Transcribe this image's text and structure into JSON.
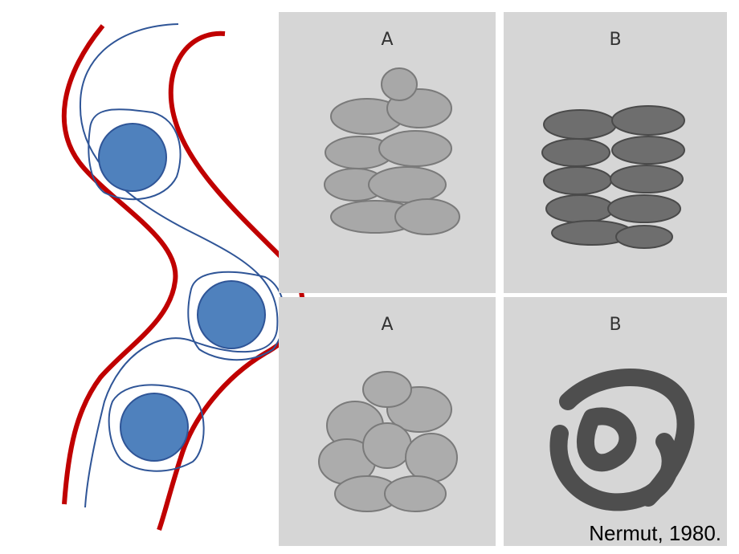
{
  "panels": [
    {
      "label": "A"
    },
    {
      "label": "B"
    },
    {
      "label": "A"
    },
    {
      "label": "B"
    }
  ],
  "caption": "Nermut, 1980.",
  "colors": {
    "membrane": "#c00000",
    "strand": "#2f5597",
    "nucleosome": "#4f81bd",
    "photo_bg": "#d6d6d6"
  }
}
